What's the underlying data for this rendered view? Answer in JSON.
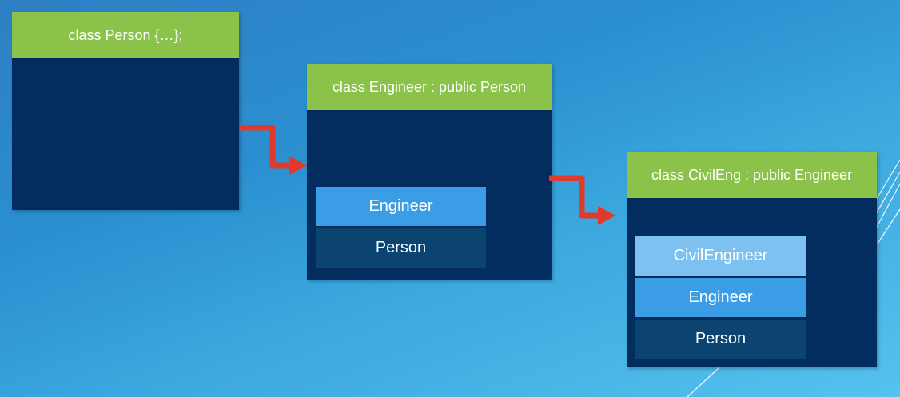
{
  "diagram": {
    "boxes": [
      {
        "id": "person",
        "header": "class Person {…};",
        "layers": []
      },
      {
        "id": "engineer",
        "header": "class Engineer : public Person",
        "layers": [
          "Engineer",
          "Person"
        ]
      },
      {
        "id": "civileng",
        "header": "class CivilEng : public Engineer",
        "layers": [
          "CivilEngineer",
          "Engineer",
          "Person"
        ]
      }
    ]
  },
  "colors": {
    "header": "#8bc34a",
    "box_body": "#032d5e",
    "layer_light": "#7dc1f0",
    "layer_mid": "#3a9de6",
    "layer_dark": "#0b4470",
    "arrow": "#e03a2c"
  }
}
